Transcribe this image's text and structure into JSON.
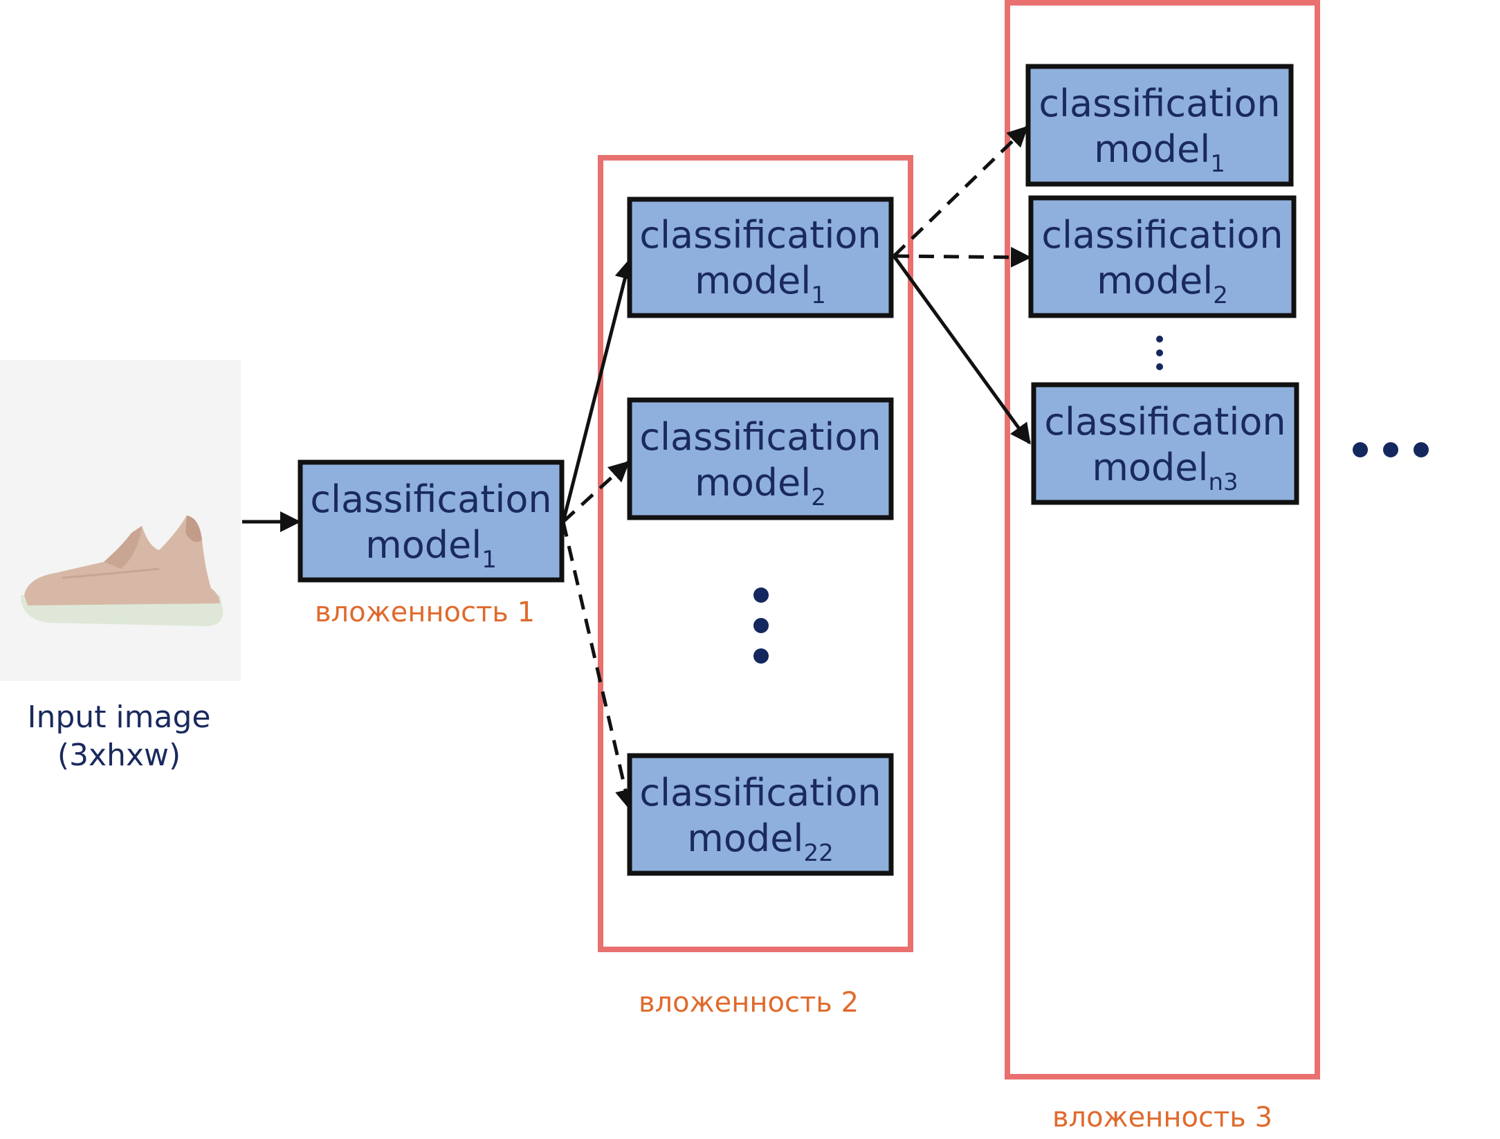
{
  "input": {
    "label_line1": "Input image",
    "label_line2": "(3xhxw)",
    "image": "sneaker-photo"
  },
  "levels": [
    {
      "label": "вложенность 1"
    },
    {
      "label": "вложенность 2"
    },
    {
      "label": "вложенность 3"
    }
  ],
  "models": {
    "l1_m1": {
      "line1": "classification",
      "base": "model",
      "sub": "1"
    },
    "l2_m1": {
      "line1": "classification",
      "base": "model",
      "sub": "1"
    },
    "l2_m2": {
      "line1": "classification",
      "base": "model",
      "sub": "2"
    },
    "l2_m22": {
      "line1": "classification",
      "base": "model",
      "sub": "22"
    },
    "l3_m1": {
      "line1": "classification",
      "base": "model",
      "sub": "1"
    },
    "l3_m2": {
      "line1": "classification",
      "base": "model",
      "sub": "2"
    },
    "l3_mn3": {
      "line1": "classification",
      "base": "model",
      "sub": "n3"
    }
  },
  "colors": {
    "box_fill": "#8fb0dc",
    "box_stroke": "#111111",
    "frame": "#e8706f",
    "level_label": "#e06a2c",
    "text": "#1a2a5e"
  }
}
